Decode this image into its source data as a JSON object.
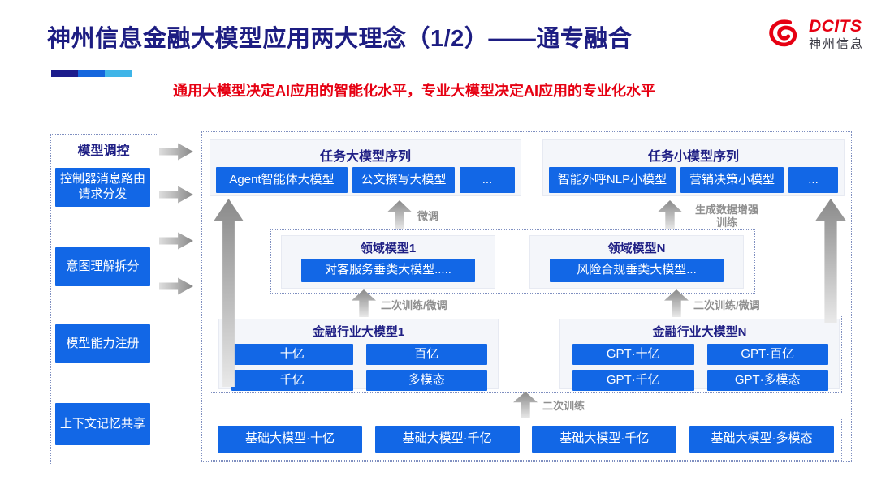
{
  "theme": {
    "accent_blue": "#1267e6",
    "heading_navy": "#1f1f85",
    "brand_red": "#e60012",
    "arrow_gray": "#8f8f8f",
    "deco_bar_colors": [
      "#1c1c8c",
      "#1566dd",
      "#3fb5e8"
    ]
  },
  "header": {
    "title": "神州信息金融大模型应用两大理念（1/2）——通专融合",
    "subtitle": "通用大模型决定AI应用的智能化水平，专业大模型决定AI应用的专业化水平"
  },
  "logo": {
    "brand": "DCITS",
    "brand_cn": "神州信息"
  },
  "sidebar": {
    "title": "模型调控",
    "items": [
      "控制器消息路由请求分发",
      "意图理解拆分",
      "模型能力注册",
      "上下文记忆共享"
    ]
  },
  "diagram": {
    "task_large": {
      "title": "任务大模型序列",
      "items": [
        "Agent智能体大模型",
        "公文撰写大模型",
        "..."
      ]
    },
    "task_small": {
      "title": "任务小模型序列",
      "items": [
        "智能外呼NLP小模型",
        "营销决策小模型",
        "..."
      ]
    },
    "domain": {
      "panels": [
        {
          "title": "领域模型1",
          "item": "对客服务垂类大模型....."
        },
        {
          "title": "领域模型N",
          "item": "风险合规垂类大模型..."
        }
      ]
    },
    "industry": {
      "panels": [
        {
          "title": "金融行业大模型1",
          "items": [
            "十亿",
            "百亿",
            "千亿",
            "多模态"
          ]
        },
        {
          "title": "金融行业大模型N",
          "items": [
            "GPT·十亿",
            "GPT·百亿",
            "GPT·千亿",
            "GPT·多模态"
          ]
        }
      ]
    },
    "base": {
      "items": [
        "基础大模型·十亿",
        "基础大模型·千亿",
        "基础大模型·千亿",
        "基础大模型·多模态"
      ]
    },
    "labels": {
      "finetune": "微调",
      "gen_data_line1": "生成数据增强",
      "gen_data_line2": "训练",
      "retrain_finetune": "二次训练/微调",
      "retrain": "二次训练"
    }
  }
}
